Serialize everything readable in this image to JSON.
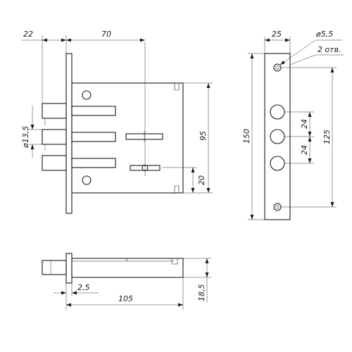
{
  "drawing": {
    "front_view": {
      "dim_backset_offset": "22",
      "dim_backset": "70",
      "dim_bolt_diameter": "ø13,5",
      "dim_case_height": "95",
      "dim_keyhole_offset": "20"
    },
    "faceplate_view": {
      "dim_width": "25",
      "dim_hole_diameter": "ø5,5",
      "dim_hole_count": "2 отв.",
      "dim_length": "150",
      "dim_bolt_pitch_1": "24",
      "dim_bolt_pitch_2": "24",
      "dim_hole_spacing": "125"
    },
    "top_view": {
      "dim_plate_thickness": "2,5",
      "dim_total_length": "105",
      "dim_case_depth": "18,5"
    }
  },
  "colors": {
    "line": "#1a1a1a",
    "background": "#ffffff"
  }
}
